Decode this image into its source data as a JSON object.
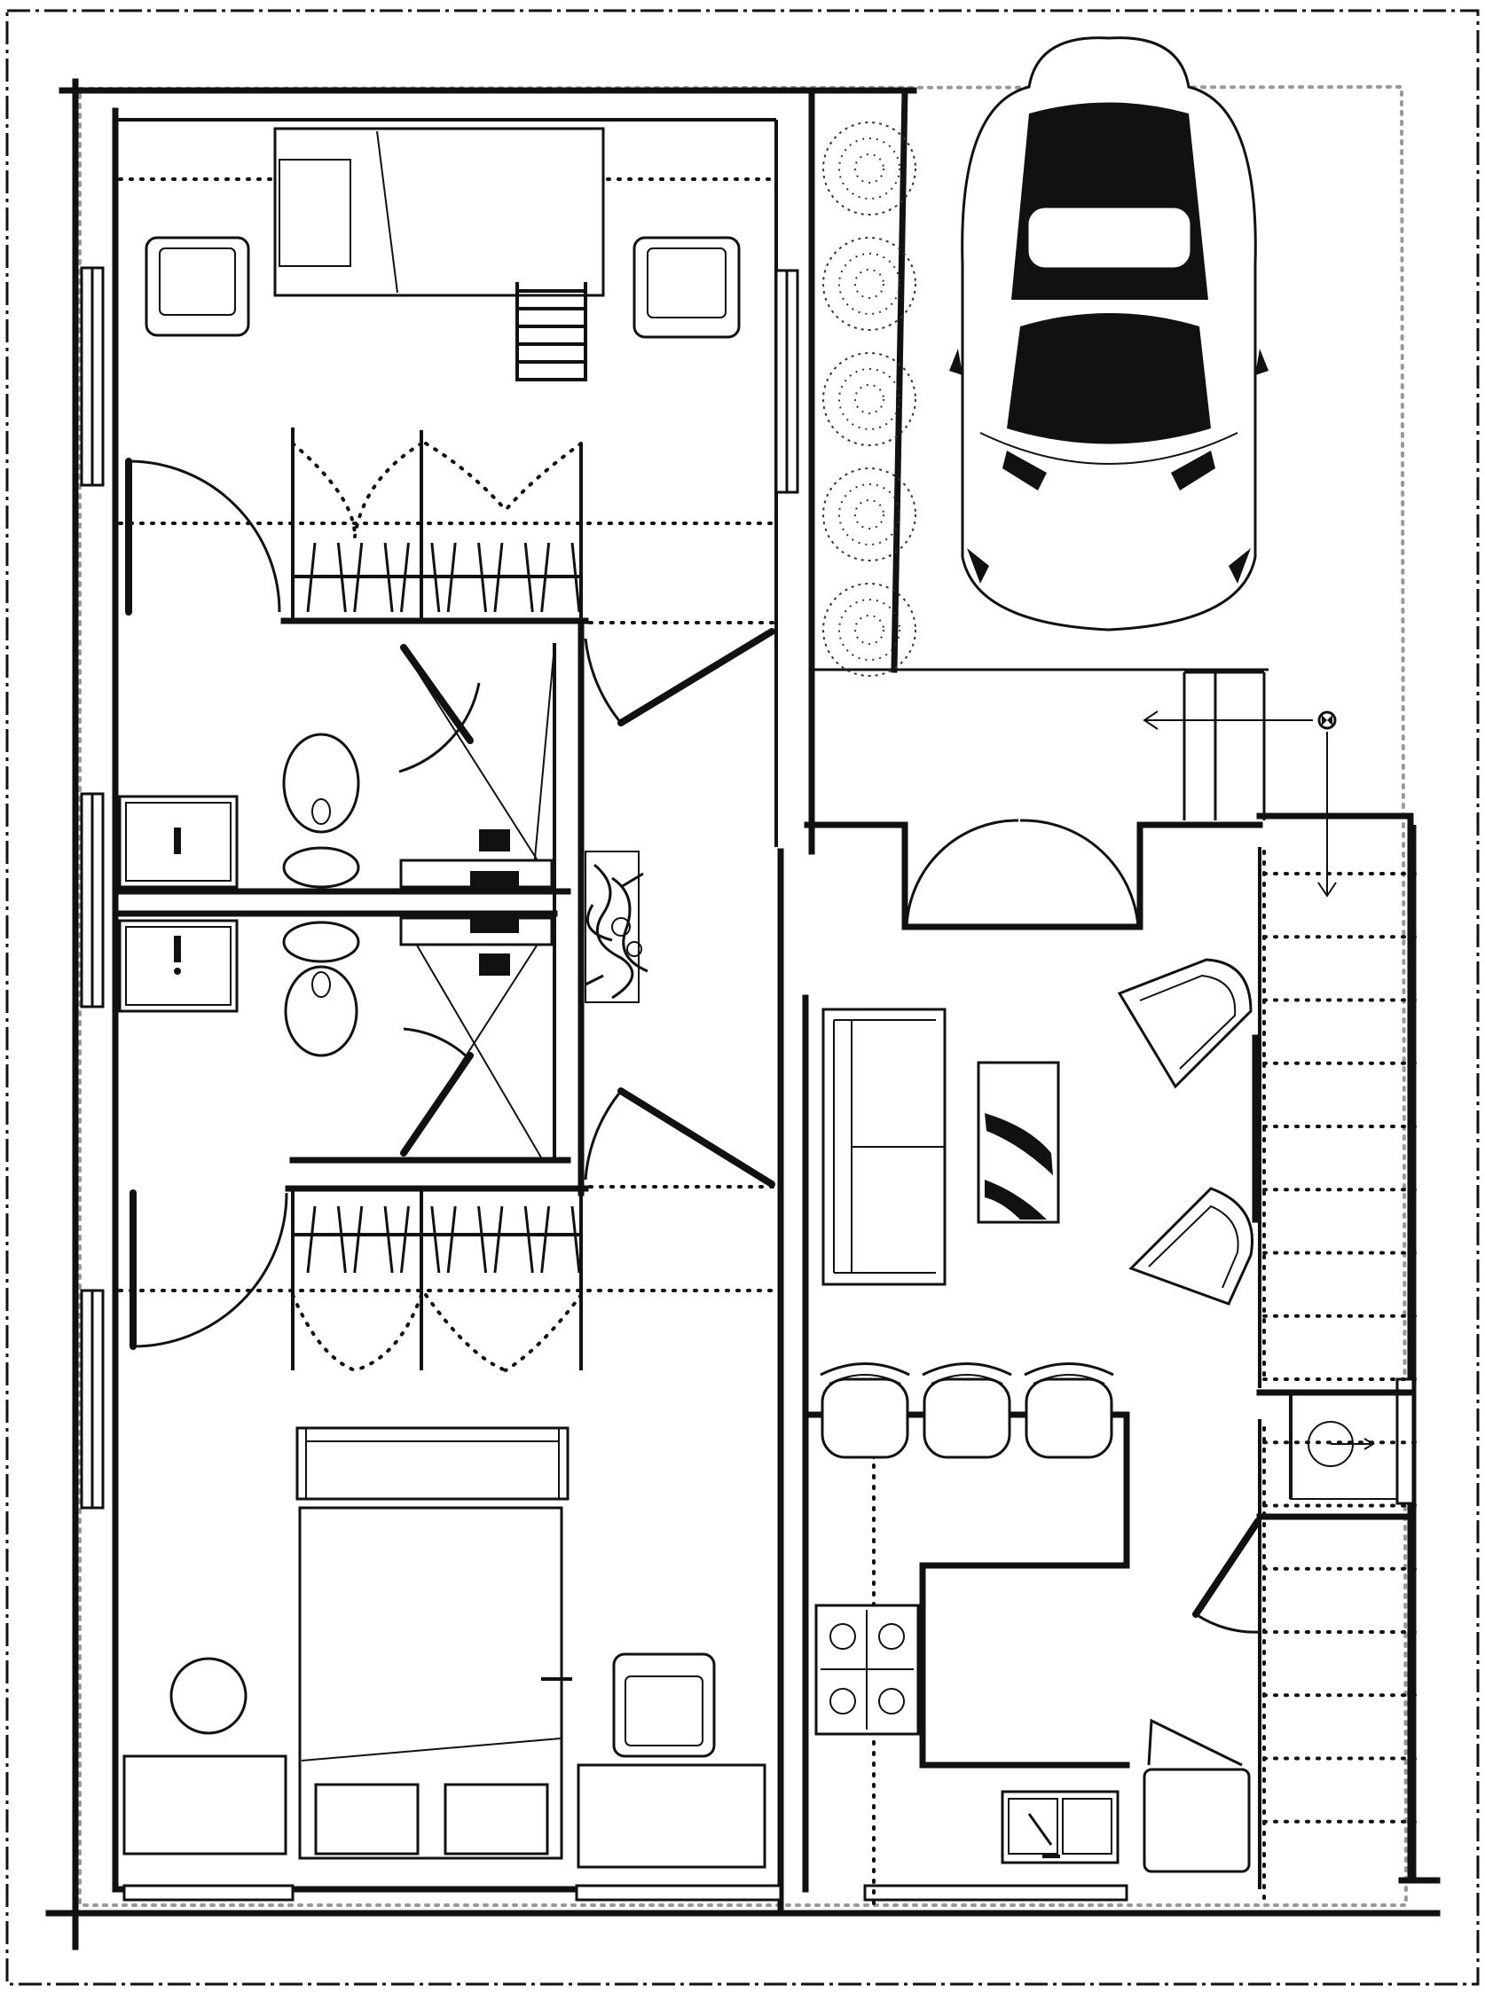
{
  "drawing": {
    "type": "floor plan sketch",
    "colors": {
      "ink": "#111111",
      "property_line": "#999999",
      "paper": "#ffffff"
    }
  },
  "rooms": [
    "upper-bedroom",
    "upper-closet",
    "bathroom-upper",
    "bathroom-lower",
    "lower-closet",
    "lower-bedroom",
    "hallway",
    "entry",
    "living-room",
    "kitchen",
    "laundry-nook",
    "stair",
    "driveway",
    "planting-strip"
  ],
  "furniture": {
    "bar_stools": 3,
    "armchairs_living": 2,
    "armchairs_bedroom": 3,
    "shrubs": 5,
    "stair_treads": 16,
    "cooktop_burners": 4
  },
  "icons": [
    "car-icon",
    "north-arrow-icon",
    "plant-icon",
    "toilet-icon",
    "sink-icon",
    "shower-icon"
  ]
}
